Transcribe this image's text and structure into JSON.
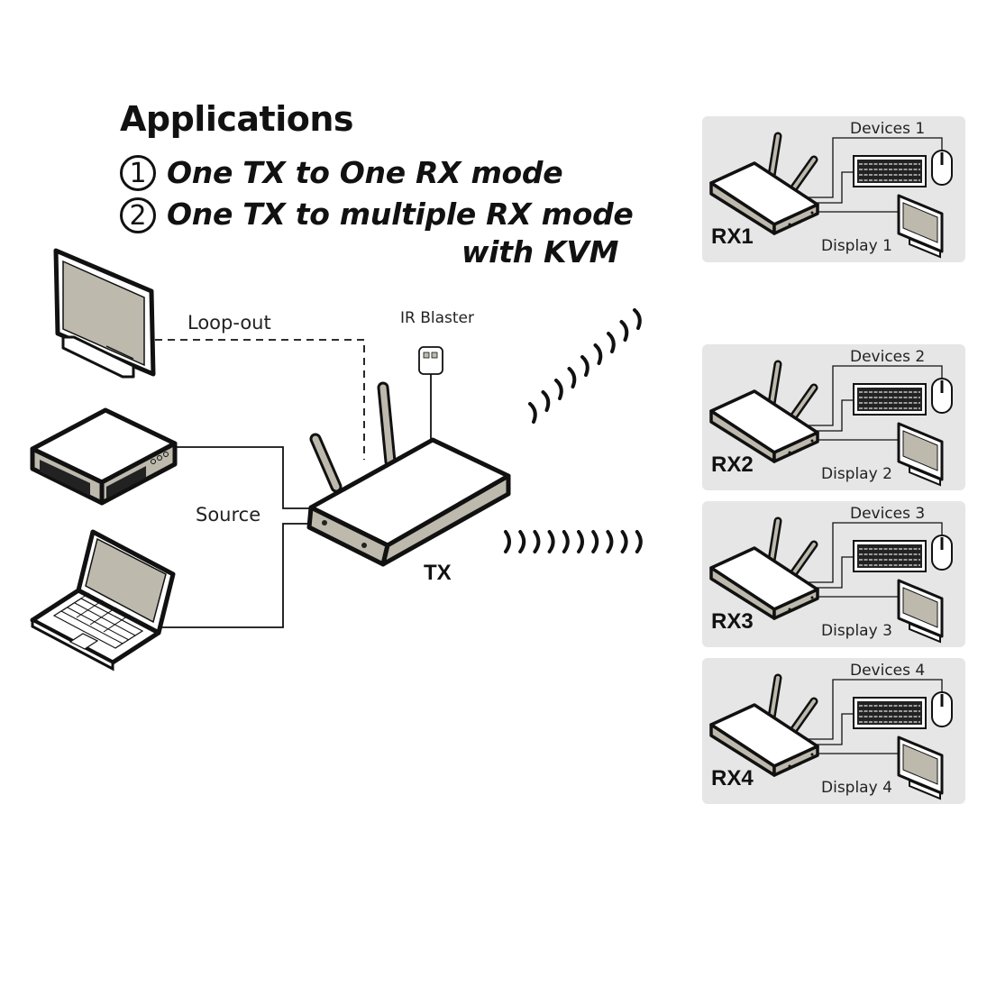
{
  "title": "Applications",
  "modes": [
    {
      "number": "1",
      "label": "One TX to One RX mode"
    },
    {
      "number": "2",
      "label": "One TX to multiple RX mode",
      "label_line2": "with KVM"
    }
  ],
  "left": {
    "loopout_label": "Loop-out",
    "source_label": "Source"
  },
  "center": {
    "ir_label": "IR Blaster",
    "tx_label": "TX"
  },
  "receivers": [
    {
      "name": "RX1",
      "devices": "Devices 1",
      "display": "Display 1"
    },
    {
      "name": "RX2",
      "devices": "Devices 2",
      "display": "Display 2"
    },
    {
      "name": "RX3",
      "devices": "Devices 3",
      "display": "Display 3"
    },
    {
      "name": "RX4",
      "devices": "Devices 4",
      "display": "Display 4"
    }
  ],
  "colors": {
    "device_gray": "#bdb9ad",
    "panel_gray": "#e6e6e6",
    "line": "#111111"
  }
}
